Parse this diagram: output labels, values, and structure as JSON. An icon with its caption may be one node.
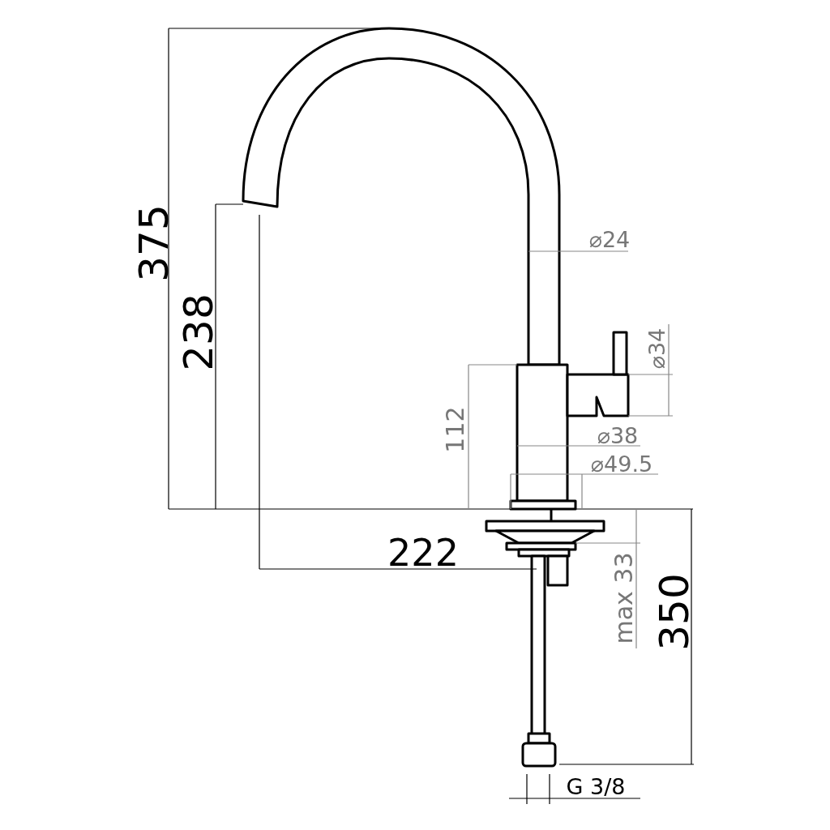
{
  "diagram": {
    "labels": [
      "375",
      "⌀24",
      "238",
      "⌀34",
      "112",
      "⌀38",
      "⌀49.5",
      "222",
      "max 33",
      "350",
      "G 3/8"
    ]
  }
}
